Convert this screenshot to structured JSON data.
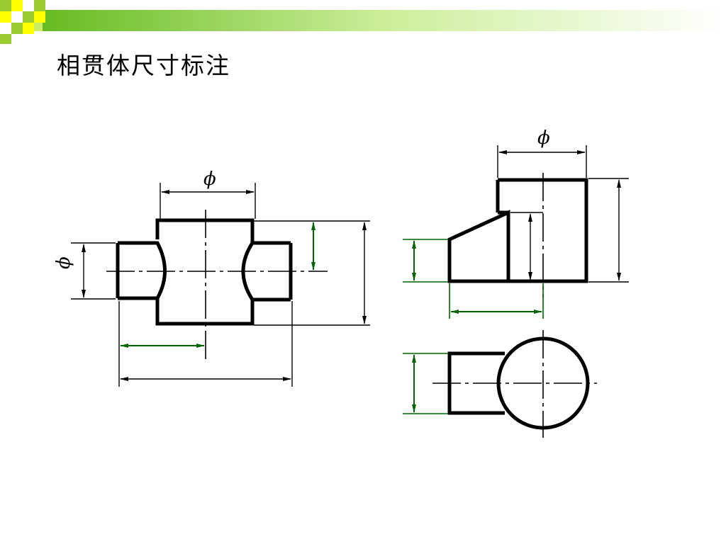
{
  "title": "相贯体尺寸标注",
  "diagram": {
    "front_view_diameter_symbol": "ϕ",
    "left_pipe_diameter_symbol": "ϕ",
    "right_view_diameter_symbol": "ϕ"
  },
  "colors": {
    "outline": "#000000",
    "dimension_line": "#000000",
    "highlight_dimension": "#006400",
    "header_green": "#99CC33",
    "header_yellow": "#FFFF00"
  }
}
